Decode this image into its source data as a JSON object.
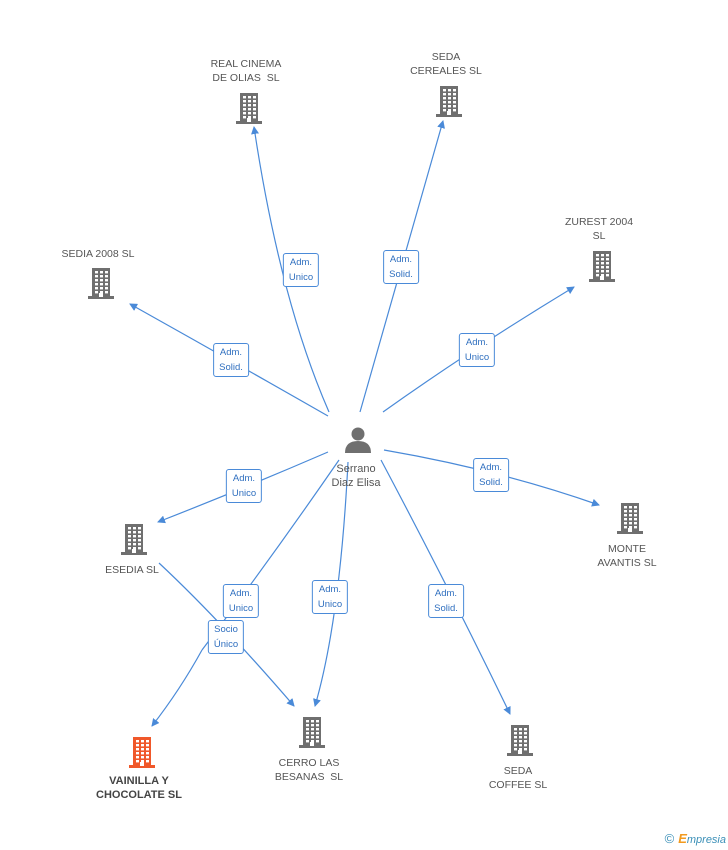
{
  "center": {
    "name": "Serrano\nDiaz Elisa",
    "icon": "person-icon"
  },
  "companies": [
    {
      "id": "real-cinema",
      "name": "REAL CINEMA\nDE OLIAS  SL",
      "icon": "building-icon"
    },
    {
      "id": "seda-cereales",
      "name": "SEDA\nCEREALES SL",
      "icon": "building-icon"
    },
    {
      "id": "zurest",
      "name": "ZUREST 2004\nSL",
      "icon": "building-icon"
    },
    {
      "id": "sedia-2008",
      "name": "SEDIA 2008 SL",
      "icon": "building-icon"
    },
    {
      "id": "monte-avantis",
      "name": "MONTE\nAVANTIS SL",
      "icon": "building-icon"
    },
    {
      "id": "esedia",
      "name": "ESEDIA SL",
      "icon": "building-icon"
    },
    {
      "id": "vainilla",
      "name": "VAINILLA Y\nCHOCOLATE SL",
      "icon": "building-icon",
      "highlight": true
    },
    {
      "id": "cerro",
      "name": "CERRO LAS\nBESANAS  SL",
      "icon": "building-icon"
    },
    {
      "id": "seda-coffee",
      "name": "SEDA\nCOFFEE SL",
      "icon": "building-icon"
    }
  ],
  "roles": [
    {
      "id": "r-real-cinema",
      "label": "Adm.\nUnico"
    },
    {
      "id": "r-seda-cereales",
      "label": "Adm.\nSolid."
    },
    {
      "id": "r-zurest",
      "label": "Adm.\nUnico"
    },
    {
      "id": "r-sedia",
      "label": "Adm.\nSolid."
    },
    {
      "id": "r-monte",
      "label": "Adm.\nSolid."
    },
    {
      "id": "r-esedia",
      "label": "Adm.\nUnico"
    },
    {
      "id": "r-vainilla",
      "label": "Adm.\nUnico"
    },
    {
      "id": "r-cerro",
      "label": "Adm.\nUnico"
    },
    {
      "id": "r-seda-coffee",
      "label": "Adm.\nSolid."
    },
    {
      "id": "r-socio",
      "label": "Socio\nÚnico"
    }
  ],
  "colors": {
    "edge": "#4a8ad8",
    "building": "#6f6f6f",
    "highlight": "#f0582a",
    "person": "#6f6f6f"
  },
  "footer": {
    "copyright": "©",
    "brand_initial": "E",
    "brand_rest": "mpresia"
  }
}
